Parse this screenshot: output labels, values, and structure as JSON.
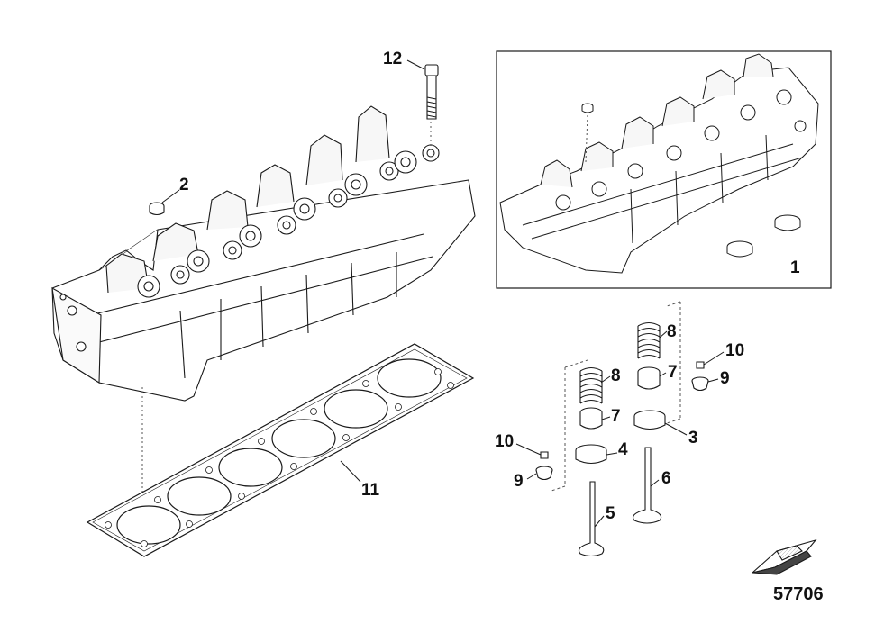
{
  "diagram": {
    "figure_number": "57706",
    "callouts": {
      "c1": "1",
      "c2": "2",
      "c3": "3",
      "c4": "4",
      "c5": "5",
      "c6": "6",
      "c7a": "7",
      "c7b": "7",
      "c8a": "8",
      "c8b": "8",
      "c9a": "9",
      "c9b": "9",
      "c10a": "10",
      "c10b": "10",
      "c11": "11",
      "c12": "12"
    },
    "parts": [
      "cylinder-head",
      "plug",
      "valve-spring-seat",
      "valve-spring-seat",
      "valve",
      "valve",
      "spring-retainer",
      "valve-spring",
      "valve-keeper",
      "valve-lock",
      "head-gasket",
      "head-bolt"
    ],
    "colors": {
      "line": "#1a1a1a",
      "fill": "#ffffff",
      "shade": "#cfcfcf"
    }
  }
}
